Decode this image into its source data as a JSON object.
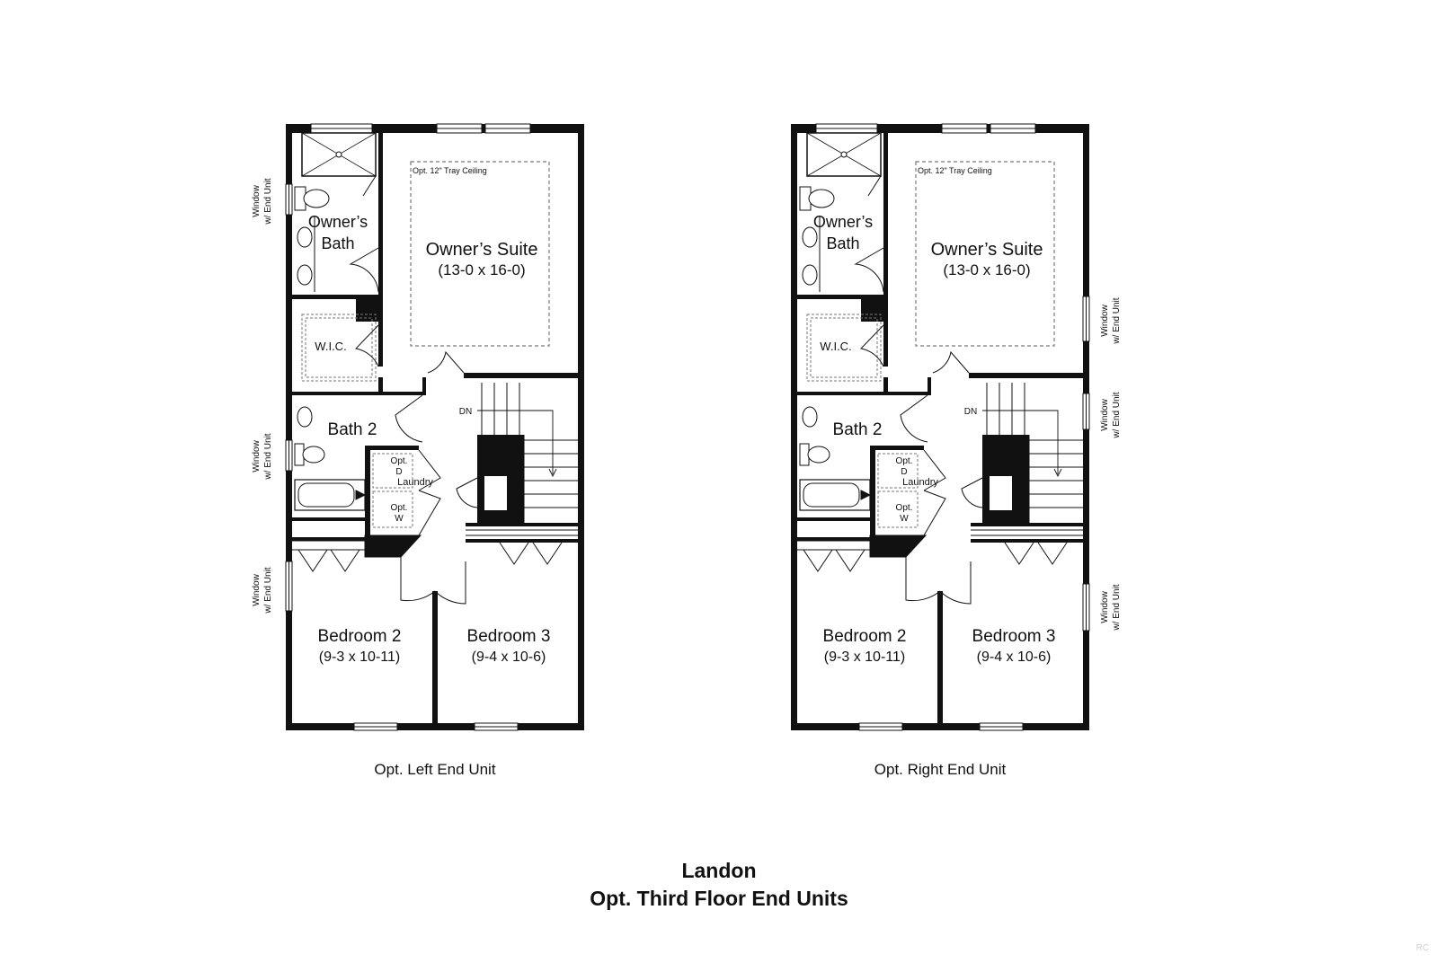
{
  "plans": [
    {
      "caption": "Opt. Left End Unit",
      "windows_side": "left",
      "rooms": {
        "owners_suite": "Owner’s Suite",
        "owners_suite_dim": "(13-0 x 16-0)",
        "tray_ceiling": "Opt. 12\" Tray Ceiling",
        "owners_bath_1": "Owner’s",
        "owners_bath_2": "Bath",
        "wic": "W.I.C.",
        "bath2": "Bath 2",
        "laundry_opt1": "Opt.",
        "laundry_d": "D",
        "laundry": "Laundry",
        "laundry_opt2": "Opt.",
        "laundry_w": "W",
        "dn": "DN",
        "bedroom2": "Bedroom 2",
        "bedroom2_dim": "(9-3 x 10-11)",
        "bedroom3": "Bedroom 3",
        "bedroom3_dim": "(9-4 x 10-6)"
      },
      "window_labels": [
        {
          "line1": "Window",
          "line2": "w/ End Unit"
        },
        {
          "line1": "Window",
          "line2": "w/ End Unit"
        },
        {
          "line1": "Window",
          "line2": "w/ End Unit"
        }
      ]
    },
    {
      "caption": "Opt. Right End Unit",
      "windows_side": "right",
      "rooms": {
        "owners_suite": "Owner’s Suite",
        "owners_suite_dim": "(13-0 x 16-0)",
        "tray_ceiling": "Opt. 12\" Tray Ceiling",
        "owners_bath_1": "Owner’s",
        "owners_bath_2": "Bath",
        "wic": "W.I.C.",
        "bath2": "Bath 2",
        "laundry_opt1": "Opt.",
        "laundry_d": "D",
        "laundry": "Laundry",
        "laundry_opt2": "Opt.",
        "laundry_w": "W",
        "dn": "DN",
        "bedroom2": "Bedroom 2",
        "bedroom2_dim": "(9-3 x 10-11)",
        "bedroom3": "Bedroom 3",
        "bedroom3_dim": "(9-4 x 10-6)"
      },
      "window_labels": [
        {
          "line1": "Window",
          "line2": "w/ End Unit"
        },
        {
          "line1": "Window",
          "line2": "w/ End Unit"
        },
        {
          "line1": "Window",
          "line2": "w/ End Unit"
        }
      ]
    }
  ],
  "title": "Landon",
  "subtitle": "Opt. Third Floor End Units",
  "watermark": "RC",
  "colors": {
    "wall": "#111111",
    "line": "#222222",
    "dashed": "#777777",
    "background": "#ffffff"
  }
}
